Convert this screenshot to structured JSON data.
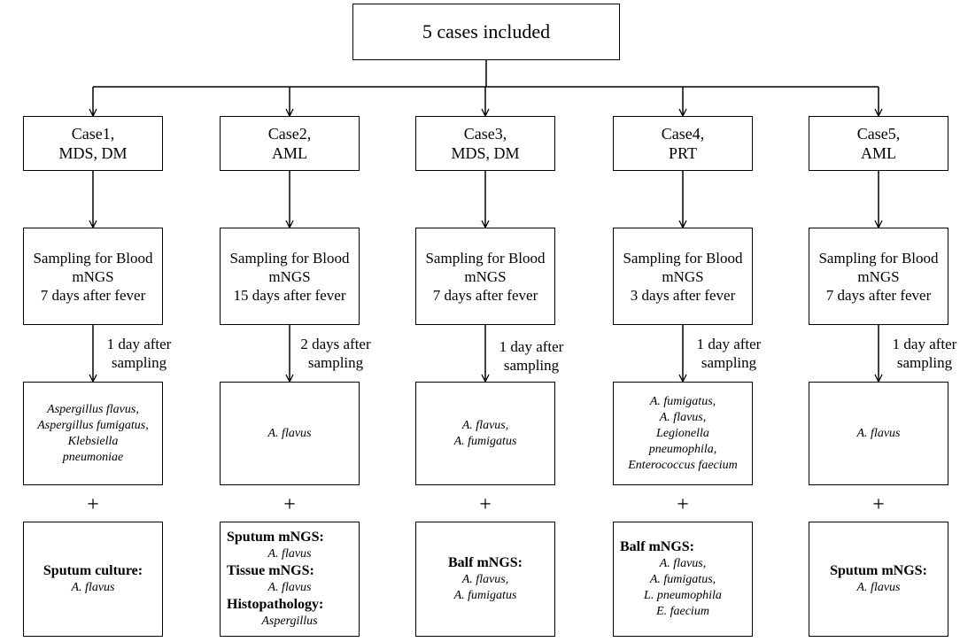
{
  "top": {
    "label": "5 cases included"
  },
  "cases": [
    {
      "case_line1": "Case1,",
      "case_line2": "MDS, DM",
      "sampling": [
        "Sampling for Blood",
        "mNGS",
        "7 days after fever"
      ],
      "delay": [
        "1 day after",
        "sampling"
      ],
      "blood_results": [
        "Aspergillus flavus,",
        "Aspergillus fumigatus,",
        "Klebsiella",
        "pneumoniae"
      ],
      "confirm": [
        {
          "heading": "Sputum culture:",
          "items": [
            "A. flavus"
          ]
        }
      ]
    },
    {
      "case_line1": "Case2,",
      "case_line2": "AML",
      "sampling": [
        "Sampling for Blood",
        "mNGS",
        "15 days after fever"
      ],
      "delay": [
        "2 days after",
        "sampling"
      ],
      "blood_results": [
        "A. flavus"
      ],
      "confirm": [
        {
          "heading": "Sputum mNGS:",
          "items": [
            "A. flavus"
          ]
        },
        {
          "heading": "Tissue mNGS:",
          "items": [
            "A. flavus"
          ]
        },
        {
          "heading": "Histopathology:",
          "items": [
            "Aspergillus"
          ]
        }
      ]
    },
    {
      "case_line1": "Case3,",
      "case_line2": "MDS, DM",
      "sampling": [
        "Sampling for Blood",
        "mNGS",
        "7 days after fever"
      ],
      "delay": [
        "1 day after",
        "sampling"
      ],
      "blood_results": [
        "A. flavus,",
        "A. fumigatus"
      ],
      "confirm": [
        {
          "heading": "Balf mNGS:",
          "items": [
            "A. flavus,",
            "A. fumigatus"
          ]
        }
      ]
    },
    {
      "case_line1": "Case4,",
      "case_line2": "PRT",
      "sampling": [
        "Sampling for Blood",
        "mNGS",
        "3 days after fever"
      ],
      "delay": [
        "1 day after",
        "sampling"
      ],
      "blood_results": [
        "A. fumigatus,",
        "A. flavus,",
        "Legionella",
        "pneumophila,",
        "Enterococcus faecium"
      ],
      "confirm": [
        {
          "heading": "Balf mNGS:",
          "items": [
            "A. flavus,",
            "A. fumigatus,",
            "L. pneumophila",
            "E. faecium"
          ]
        }
      ]
    },
    {
      "case_line1": "Case5,",
      "case_line2": "AML",
      "sampling": [
        "Sampling for Blood",
        "mNGS",
        "7 days after fever"
      ],
      "delay": [
        "1 day after",
        "sampling"
      ],
      "blood_results": [
        "A. flavus"
      ],
      "confirm": [
        {
          "heading": "Sputum mNGS:",
          "items": [
            "A. flavus"
          ]
        }
      ]
    }
  ],
  "plus_sign": "+"
}
